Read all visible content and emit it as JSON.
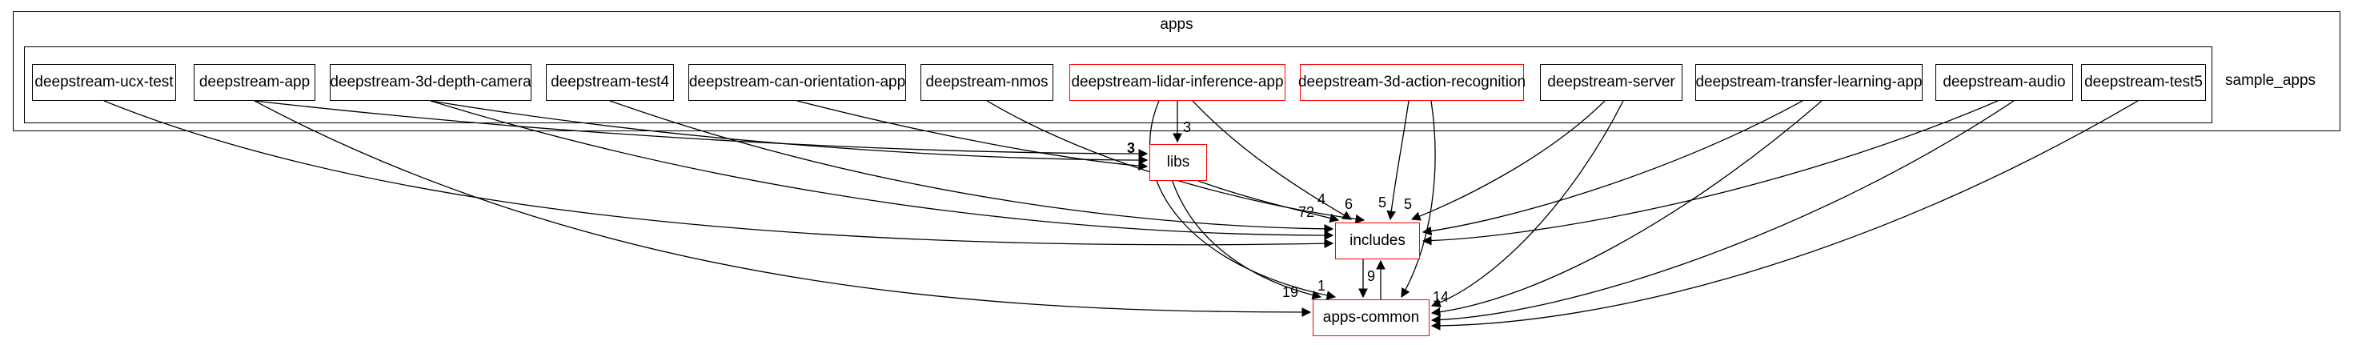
{
  "clusters": {
    "outer": {
      "label": "apps"
    },
    "inner": {
      "label": "sample_apps"
    }
  },
  "nodes": {
    "deepstream_ucx_test": {
      "label": "deepstream-ucx-test",
      "flagged": false
    },
    "deepstream_app": {
      "label": "deepstream-app",
      "flagged": false
    },
    "deepstream_3d_depth_camera": {
      "label": "deepstream-3d-depth-camera",
      "flagged": false
    },
    "deepstream_test4": {
      "label": "deepstream-test4",
      "flagged": false
    },
    "deepstream_can_orientation_app": {
      "label": "deepstream-can-orientation-app",
      "flagged": false
    },
    "deepstream_nmos": {
      "label": "deepstream-nmos",
      "flagged": false
    },
    "deepstream_lidar_inference_app": {
      "label": "deepstream-lidar-inference-app",
      "flagged": true
    },
    "deepstream_3d_action_recognition": {
      "label": "deepstream-3d-action-recognition",
      "flagged": true
    },
    "deepstream_server": {
      "label": "deepstream-server",
      "flagged": false
    },
    "deepstream_transfer_learning_app": {
      "label": "deepstream-transfer-learning-app",
      "flagged": false
    },
    "deepstream_audio": {
      "label": "deepstream-audio",
      "flagged": false
    },
    "deepstream_test5": {
      "label": "deepstream-test5",
      "flagged": false
    },
    "libs": {
      "label": "libs",
      "flagged": true
    },
    "includes": {
      "label": "includes",
      "flagged": true
    },
    "apps_common": {
      "label": "apps-common",
      "flagged": true
    }
  },
  "graph": {
    "edges": [
      {
        "from": "deepstream-app",
        "to": "libs",
        "label": "3"
      },
      {
        "from": "deepstream-3d-depth-camera",
        "to": "libs",
        "label": ""
      },
      {
        "from": "deepstream-can-orientation-app",
        "to": "libs",
        "label": ""
      },
      {
        "from": "deepstream-lidar-inference-app",
        "to": "libs",
        "label": "3"
      },
      {
        "from": "deepstream-ucx-test",
        "to": "includes",
        "label": ""
      },
      {
        "from": "deepstream-3d-depth-camera",
        "to": "includes",
        "label": ""
      },
      {
        "from": "deepstream-test4",
        "to": "includes",
        "label": ""
      },
      {
        "from": "deepstream-nmos",
        "to": "includes",
        "label": "6"
      },
      {
        "from": "deepstream-lidar-inference-app",
        "to": "includes",
        "label": "4"
      },
      {
        "from": "deepstream-3d-action-recognition",
        "to": "includes",
        "label": "5"
      },
      {
        "from": "deepstream-server",
        "to": "includes",
        "label": "5"
      },
      {
        "from": "deepstream-transfer-learning-app",
        "to": "includes",
        "label": ""
      },
      {
        "from": "deepstream-audio",
        "to": "includes",
        "label": ""
      },
      {
        "from": "libs",
        "to": "includes",
        "label": "72"
      },
      {
        "from": "deepstream-app",
        "to": "apps-common",
        "label": "19"
      },
      {
        "from": "libs",
        "to": "apps-common",
        "label": "1"
      },
      {
        "from": "deepstream-lidar-inference-app",
        "to": "apps-common",
        "label": ""
      },
      {
        "from": "deepstream-3d-action-recognition",
        "to": "apps-common",
        "label": ""
      },
      {
        "from": "deepstream-server",
        "to": "apps-common",
        "label": ""
      },
      {
        "from": "deepstream-transfer-learning-app",
        "to": "apps-common",
        "label": ""
      },
      {
        "from": "deepstream-audio",
        "to": "apps-common",
        "label": ""
      },
      {
        "from": "deepstream-test5",
        "to": "apps-common",
        "label": "14"
      },
      {
        "from": "includes",
        "to": "apps-common",
        "label": ""
      },
      {
        "from": "apps-common",
        "to": "includes",
        "label": "9"
      }
    ]
  },
  "colors": {
    "background": "#ffffff",
    "node_border": "#000000",
    "flagged_border": "#ff0000",
    "edge": "#000000",
    "text": "#000000"
  }
}
